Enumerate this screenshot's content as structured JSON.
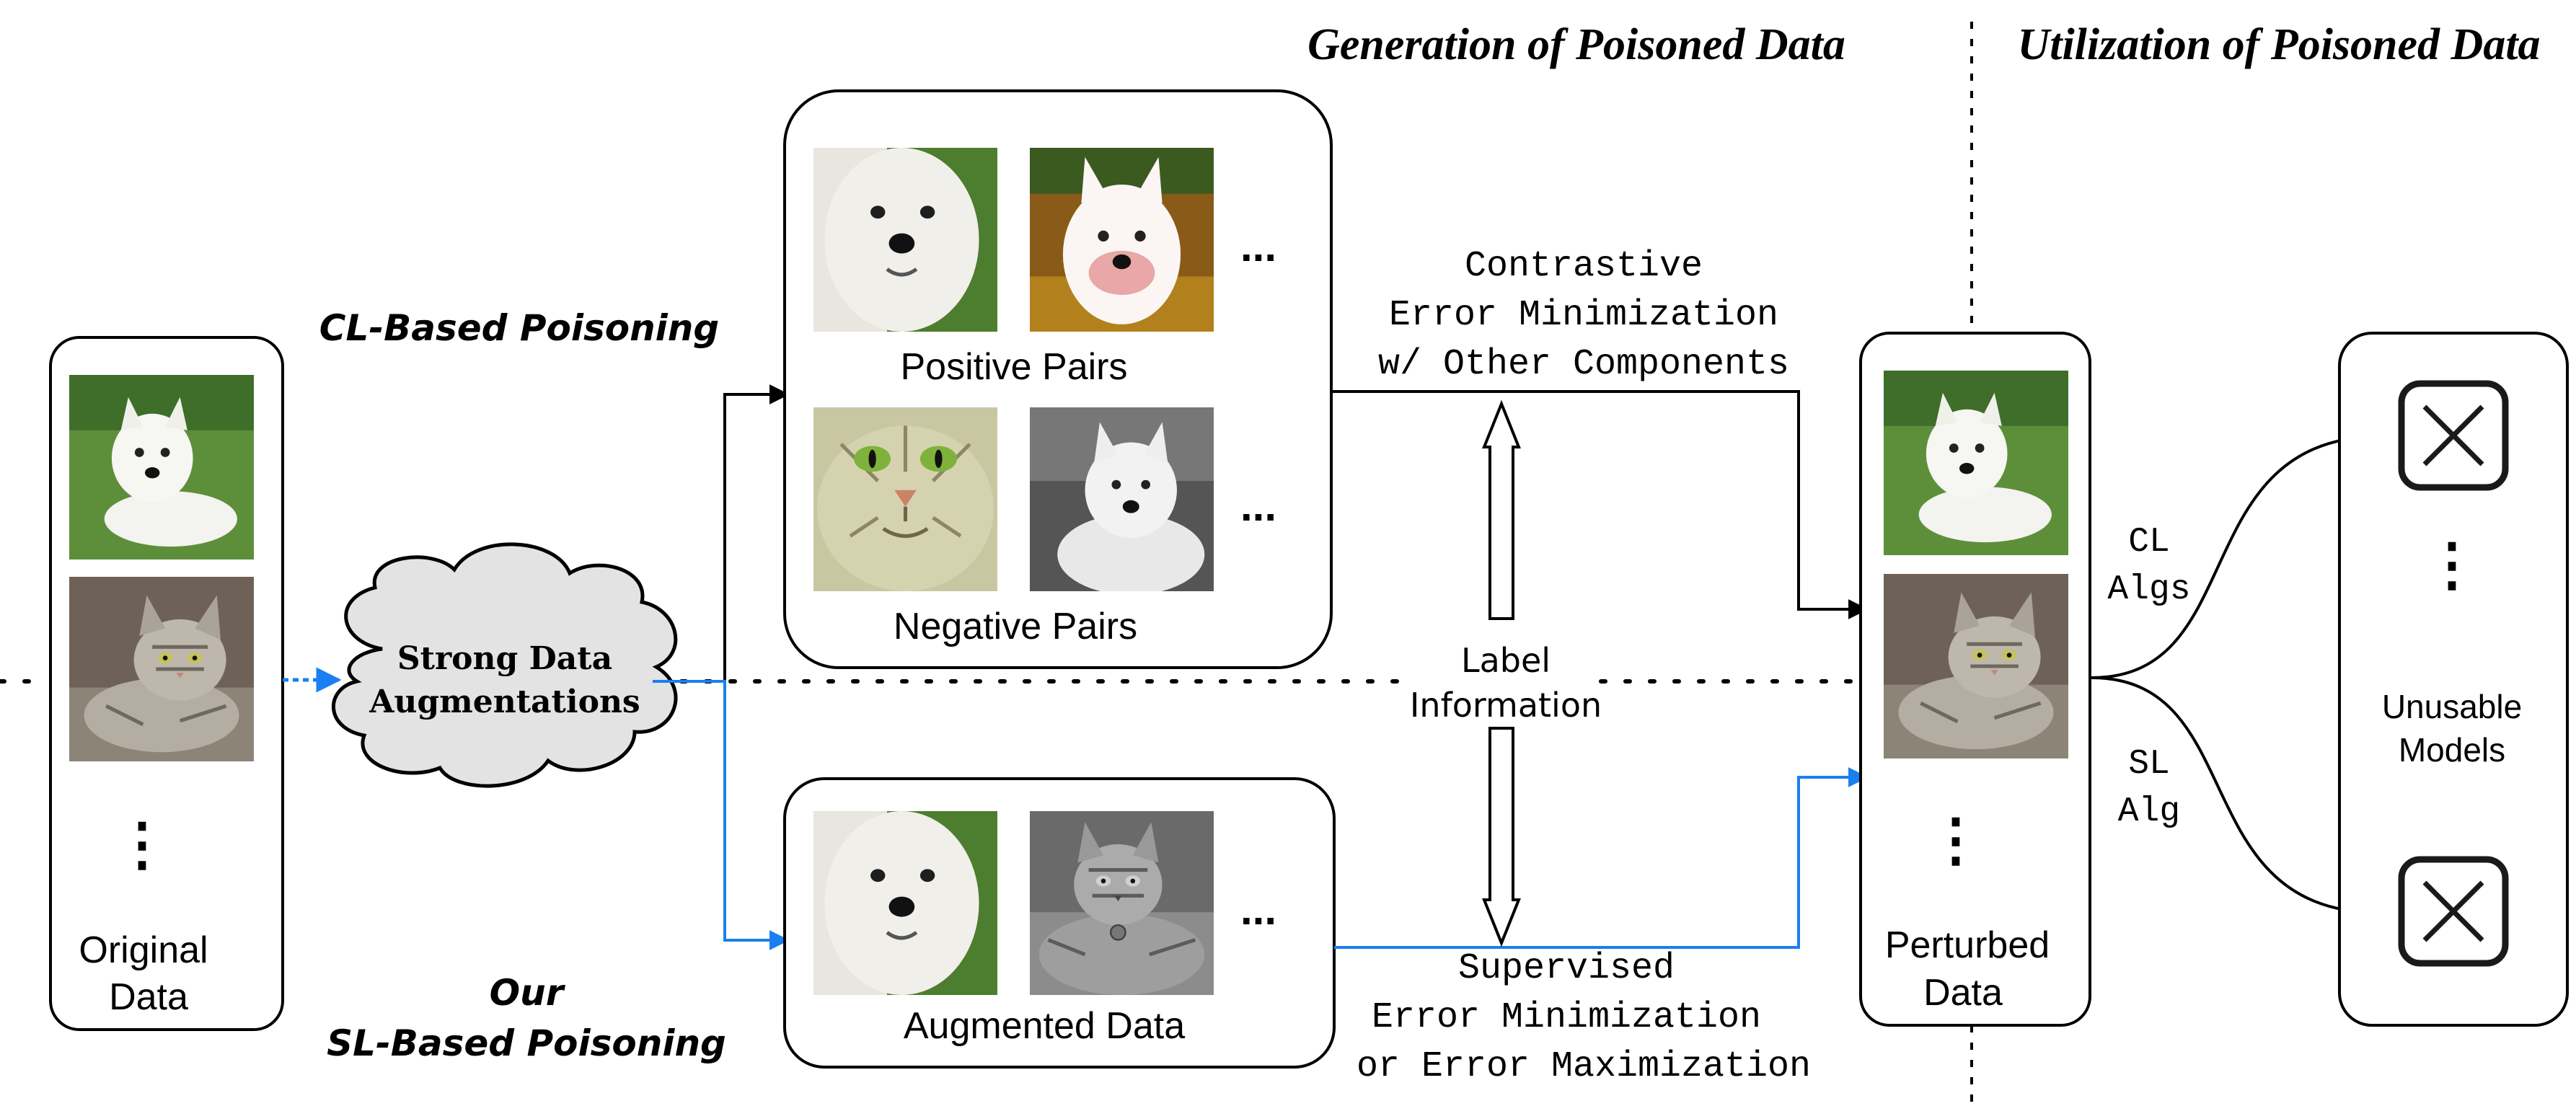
{
  "headers": {
    "generation": "Generation of Poisoned Data",
    "utilization": "Utilization of Poisoned Data"
  },
  "original": {
    "line1": "Original",
    "line2": "Data",
    "ellipsis": "⋮"
  },
  "cloud": {
    "line1": "Strong Data",
    "line2": "Augmentations"
  },
  "cl_branch": {
    "label": "CL-Based Poisoning",
    "positive_label": "Positive Pairs",
    "negative_label": "Negative Pairs",
    "ellipsis": "...",
    "objective": [
      "Contrastive",
      "Error Minimization",
      "w/ Other Components"
    ]
  },
  "sl_branch": {
    "label_line1": "Our",
    "label_line2": "SL-Based Poisoning",
    "augmented_label": "Augmented Data",
    "ellipsis": "...",
    "objective": [
      "Supervised",
      "Error Minimization",
      "or Error Maximization"
    ]
  },
  "label_info": {
    "line1": "Label",
    "line2": "Information"
  },
  "perturbed": {
    "line1": "Perturbed",
    "line2": "Data",
    "ellipsis": "⋮"
  },
  "algs": {
    "cl_line1": "CL",
    "cl_line2": "Algs",
    "sl_line1": "SL",
    "sl_line2": "Alg"
  },
  "models": {
    "line1": "Unusable",
    "line2": "Models",
    "ellipsis": "⋮"
  },
  "colors": {
    "sl_path": "#1a7ff0",
    "stroke": "#000000",
    "cloud_fill": "#e3e3e3",
    "grass": "#4f8a2f",
    "dog": "#f2f2ee",
    "cat": "#a9a49a"
  },
  "image_kinds": {
    "original": [
      "dog-on-grass",
      "tabby-cat"
    ],
    "positive_pairs": [
      "dog-face-crop",
      "dog-color-jitter"
    ],
    "negative_pairs": [
      "cat-face-crop",
      "dog-grayscale"
    ],
    "augmented_data": [
      "dog-face-crop",
      "cat-grayscale"
    ],
    "perturbed": [
      "dog-on-grass",
      "tabby-cat"
    ]
  }
}
